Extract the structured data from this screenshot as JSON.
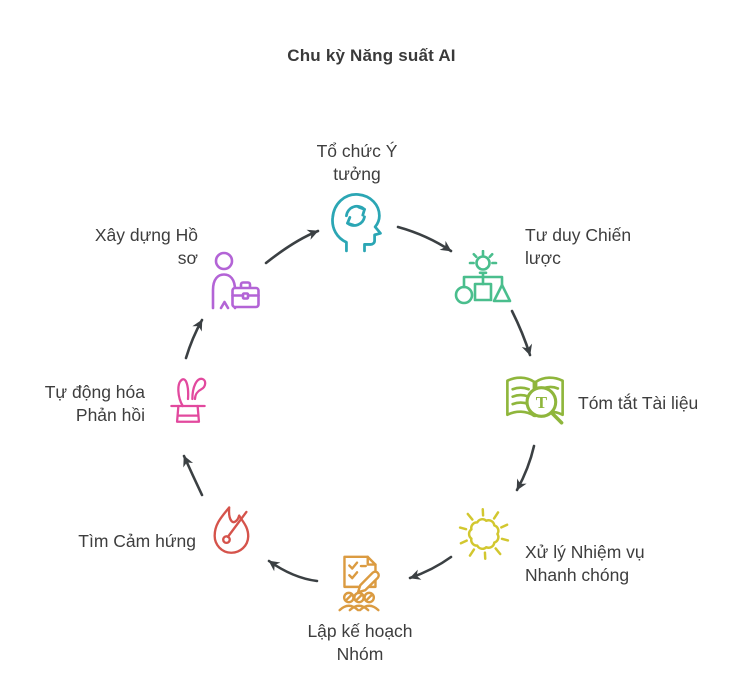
{
  "title": "Chu kỳ Năng suất AI",
  "diagram": {
    "type": "cycle",
    "direction": "clockwise",
    "arrow_color": "#3b4043",
    "nodes": [
      {
        "id": "organize-ideas",
        "label": "Tổ chức Ý\ntưởng",
        "icon": "mind-gears-icon",
        "color": "#2ba6b4",
        "position": "top"
      },
      {
        "id": "strategic-thinking",
        "label": "Tư duy Chiến\nlược",
        "icon": "idea-strategy-icon",
        "color": "#4abe8d",
        "position": "top-right"
      },
      {
        "id": "summarize-documents",
        "label": "Tóm tắt Tài liệu",
        "icon": "book-magnifier-icon",
        "color": "#8fb63c",
        "position": "right"
      },
      {
        "id": "fast-task-processing",
        "label": "Xử lý Nhiệm vụ\nNhanh chóng",
        "icon": "sunburst-icon",
        "color": "#d2c72f",
        "position": "bottom-right"
      },
      {
        "id": "team-planning",
        "label": "Lập kế hoạch\nNhóm",
        "icon": "checklist-team-icon",
        "color": "#db9b41",
        "position": "bottom"
      },
      {
        "id": "find-inspiration",
        "label": "Tìm Cảm hứng",
        "icon": "flame-icon",
        "color": "#d5534b",
        "position": "bottom-left"
      },
      {
        "id": "automate-feedback",
        "label": "Tự động hóa\nPhản hồi",
        "icon": "rabbit-hat-icon",
        "color": "#e2499e",
        "position": "left"
      },
      {
        "id": "build-profile",
        "label": "Xây dựng Hồ\nsơ",
        "icon": "person-briefcase-icon",
        "color": "#b364d6",
        "position": "top-left"
      }
    ]
  }
}
